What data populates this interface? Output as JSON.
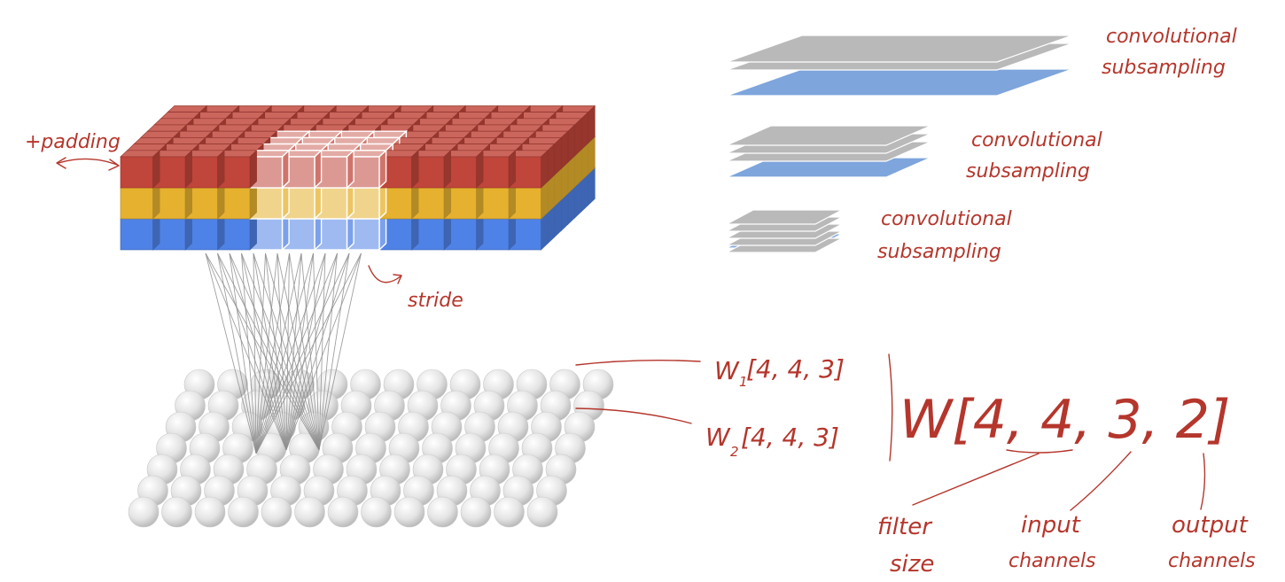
{
  "colors": {
    "accent_red": "#b5362c",
    "cube_red": "#c0453a",
    "cube_yellow": "#e6b12e",
    "cube_blue": "#4f82e6",
    "sheet_gray": "#b9b9b9",
    "sheet_blue": "#7ea5dc",
    "sphere": "#e8e8e8",
    "line_gray": "#8f8f8f"
  },
  "labels": {
    "padding": "+padding",
    "stride": "stride"
  },
  "pyramid": [
    {
      "line1": "convolutional",
      "line2": "subsampling",
      "gray_sheets": 2
    },
    {
      "line1": "convolutional",
      "line2": "subsampling",
      "gray_sheets": 3
    },
    {
      "line1": "convolutional",
      "line2": "subsampling",
      "gray_sheets": 5
    }
  ],
  "weights": {
    "w1": {
      "base": "W",
      "sub": "1",
      "dims": "[4, 4, 3]"
    },
    "w2": {
      "base": "W",
      "sub": "2",
      "dims": "[4, 4, 3]"
    },
    "combined": "W[4, 4, 3, 2]"
  },
  "explain": {
    "filter_size": [
      "filter",
      "size"
    ],
    "input_channels": [
      "input",
      "channels"
    ],
    "output_channels": [
      "output",
      "channels"
    ]
  },
  "volume": {
    "rows": 8,
    "cols": 13,
    "highlight_cols": [
      4,
      7
    ]
  },
  "neurons": {
    "rows": 7,
    "cols": 13
  }
}
